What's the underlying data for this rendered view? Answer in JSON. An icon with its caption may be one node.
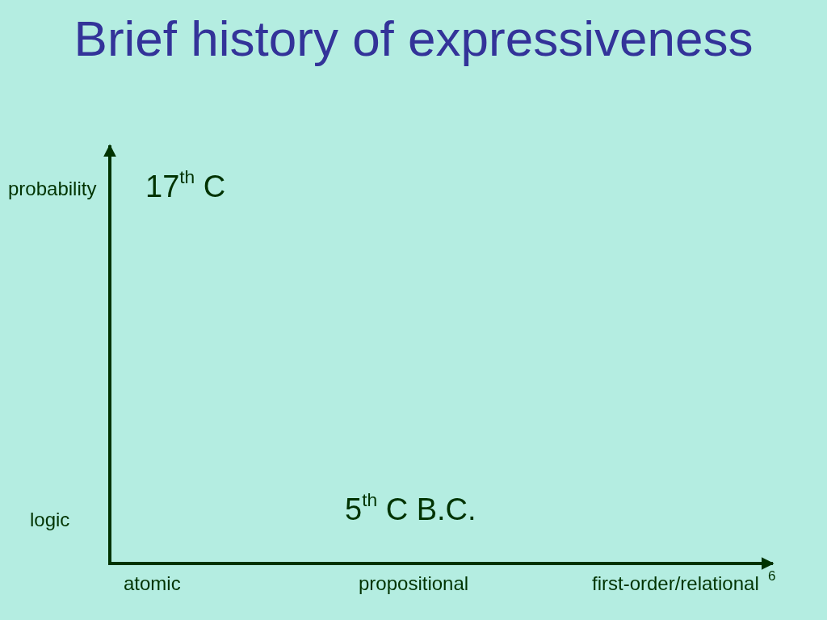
{
  "diagram": {
    "title": "Brief history of expressiveness",
    "labels": [
      "probability",
      "17$^{th}$ C",
      "logic",
      "5$^{th}$ C B.C.",
      "atomic",
      "propositional",
      "first-order/relational",
      "6"
    ]
  }
}
